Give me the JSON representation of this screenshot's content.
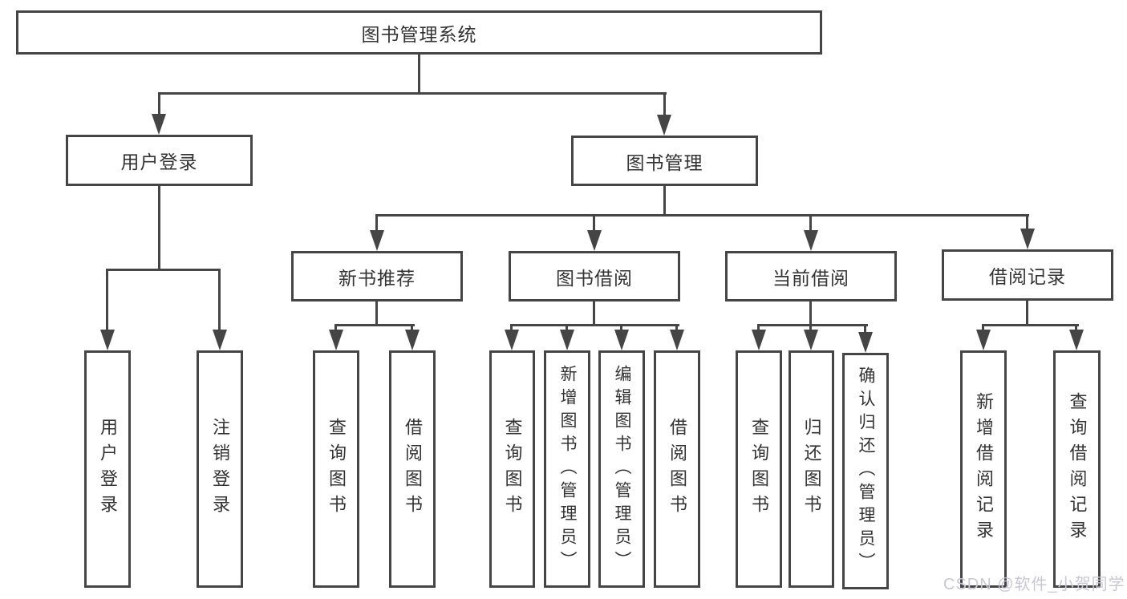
{
  "colors": {
    "line": "#454545",
    "text": "#333333",
    "background": "#ffffff",
    "watermark": "#c9c6d6"
  },
  "watermark": "CSDN @软件_小贺同学",
  "tree": {
    "root": "图书管理系统",
    "branches": [
      {
        "label": "用户登录",
        "children": [
          "用户登录",
          "注销登录"
        ]
      },
      {
        "label": "图书管理",
        "children": [
          {
            "label": "新书推荐",
            "children": [
              "查询图书",
              "借阅图书"
            ]
          },
          {
            "label": "图书借阅",
            "children": [
              "查询图书",
              "新增图书（管理员）",
              "编辑图书（管理员）",
              "借阅图书"
            ]
          },
          {
            "label": "当前借阅",
            "children": [
              "查询图书",
              "归还图书",
              "确认归还（管理员）"
            ]
          },
          {
            "label": "借阅记录",
            "children": [
              "新增借阅记录",
              "查询借阅记录"
            ]
          }
        ]
      }
    ]
  }
}
